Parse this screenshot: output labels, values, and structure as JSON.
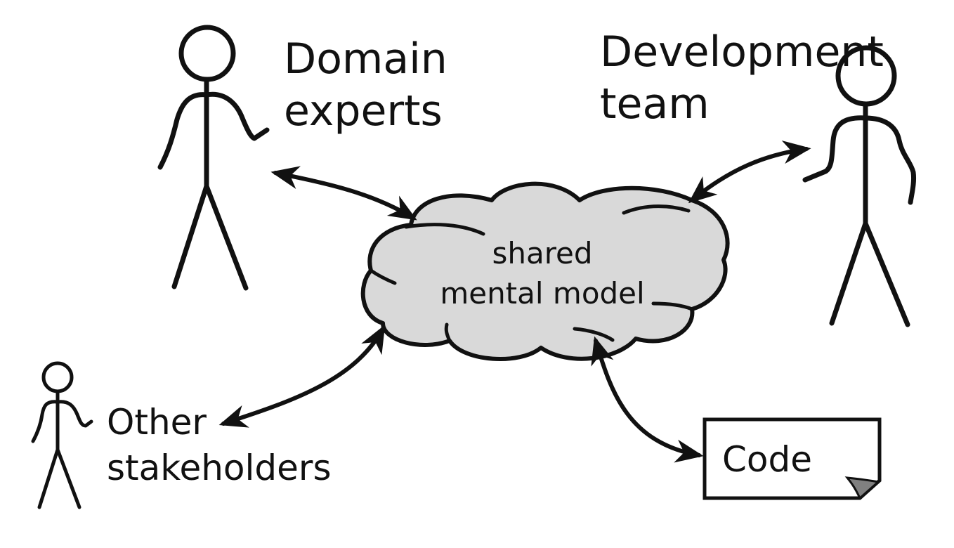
{
  "colors": {
    "ink": "#111111",
    "cloud_fill": "#d9d9d9",
    "paper": "#ffffff",
    "page_fold": "#808080"
  },
  "actors": {
    "domain_experts": {
      "line1": "Domain",
      "line2": "experts"
    },
    "development_team": {
      "line1": "Development",
      "line2": "team"
    },
    "other_stakeholders": {
      "line1": "Other",
      "line2": "stakeholders"
    }
  },
  "cloud": {
    "line1": "shared",
    "line2": "mental model"
  },
  "code_document": {
    "label": "Code"
  }
}
